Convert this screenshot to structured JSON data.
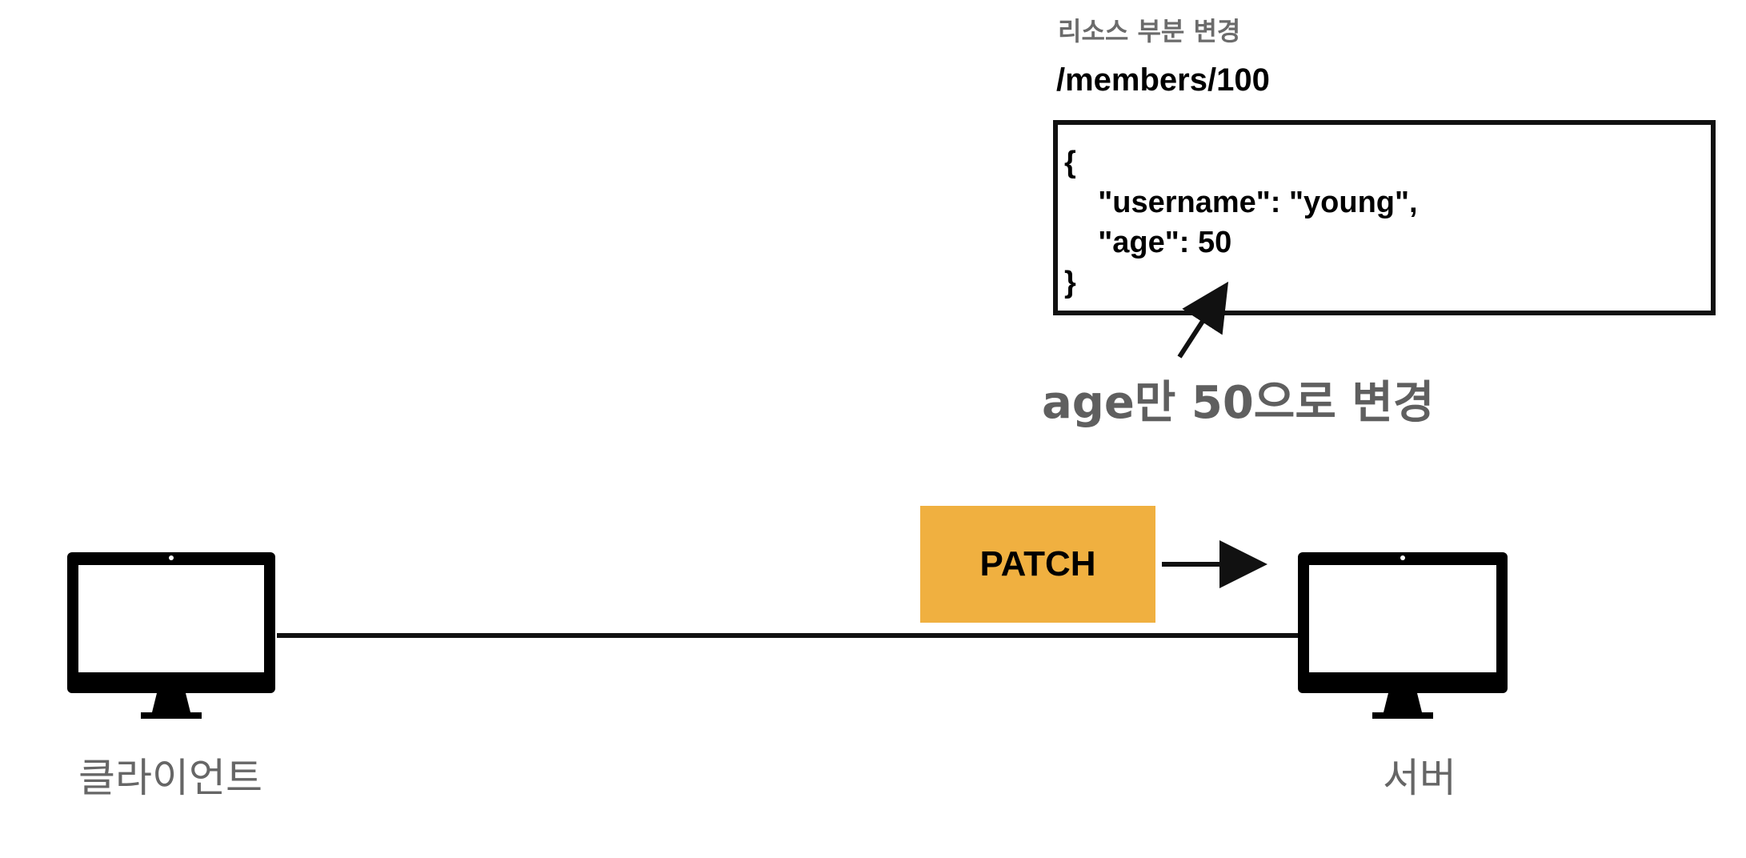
{
  "header": {
    "title": "리소스 부분 변경"
  },
  "request": {
    "path": "/members/100",
    "body_lines": [
      "{",
      "    \"username\": \"young\",",
      "    \"age\": 50",
      "}"
    ],
    "method": "PATCH",
    "method_color": "#f0b040"
  },
  "annotation": {
    "text": "age만 50으로 변경"
  },
  "nodes": {
    "client": {
      "label": "클라이언트",
      "icon": "monitor-icon"
    },
    "server": {
      "label": "서버",
      "icon": "monitor-icon"
    }
  }
}
